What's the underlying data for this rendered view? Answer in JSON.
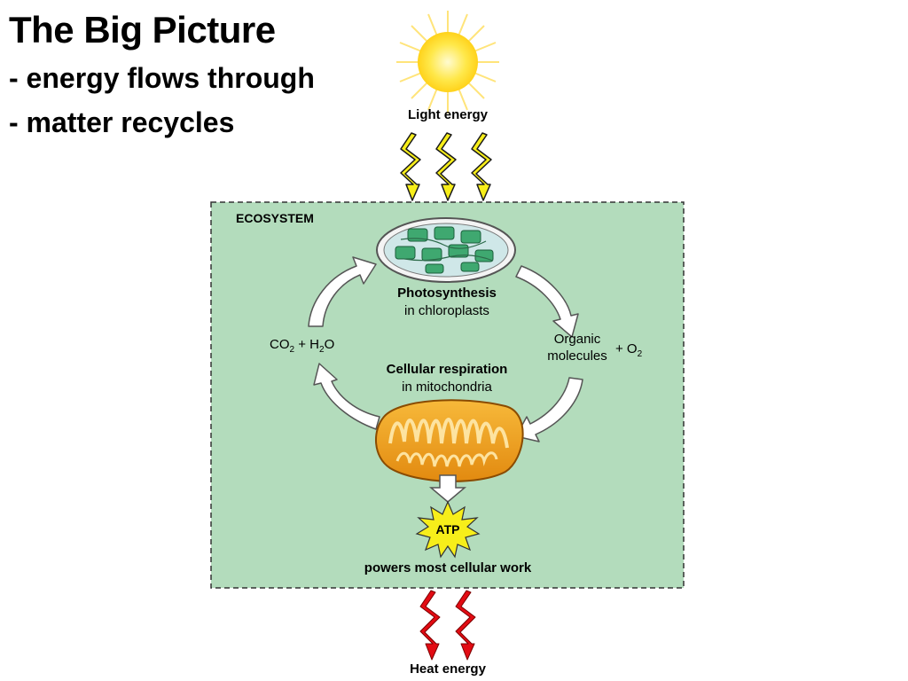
{
  "slide": {
    "title": "The Big Picture",
    "bullets": [
      "- energy flows through",
      "- matter recycles"
    ]
  },
  "diagram": {
    "light_energy": "Light energy",
    "ecosystem": "ECOSYSTEM",
    "photosynthesis": "Photosynthesis",
    "chloroplasts": "in chloroplasts",
    "organic_line1": "Organic",
    "organic_line2": "molecules",
    "plus_o2_plus": "+ O",
    "o2_sub": "2",
    "co2_part1": "CO",
    "co2_sub": "2",
    "co2_part2": " + H",
    "h2o_sub": "2",
    "h2o_part": "O",
    "respiration": "Cellular respiration",
    "mitochondria": "in mitochondria",
    "atp": "ATP",
    "powers": "powers most cellular work",
    "heat_energy": "Heat energy"
  },
  "colors": {
    "ecosystem_fill": "#b3dcbc",
    "sun": "#ffe84a",
    "light_bolt": "#f7ee1a",
    "heat_bolt": "#e30b13",
    "mitochondrion": "#f4a21c",
    "thylakoid": "#3fa870"
  }
}
